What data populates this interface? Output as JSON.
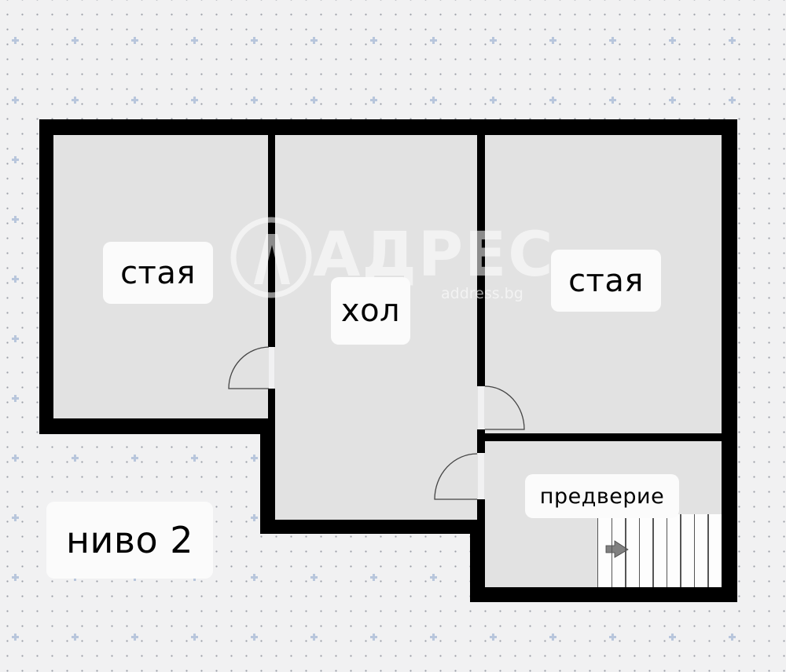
{
  "floor_plan": {
    "level_label": "ниво 2",
    "rooms": [
      {
        "id": "room-left",
        "label": "стая"
      },
      {
        "id": "hall",
        "label": "хол"
      },
      {
        "id": "room-right",
        "label": "стая"
      },
      {
        "id": "vestibule",
        "label": "предверие"
      }
    ],
    "stairs": {
      "treads": 9,
      "direction": "right"
    },
    "doors": 3
  },
  "watermark": {
    "brand": "АДРЕС",
    "site": "address.bg"
  },
  "colors": {
    "background": "#f1f1f2",
    "walls": "#000000",
    "room_fill": "#e2e2e2",
    "label_bg": "#fbfbfb",
    "grid_dot": "#9a9ea6",
    "grid_cross": "#b8c6dc"
  }
}
